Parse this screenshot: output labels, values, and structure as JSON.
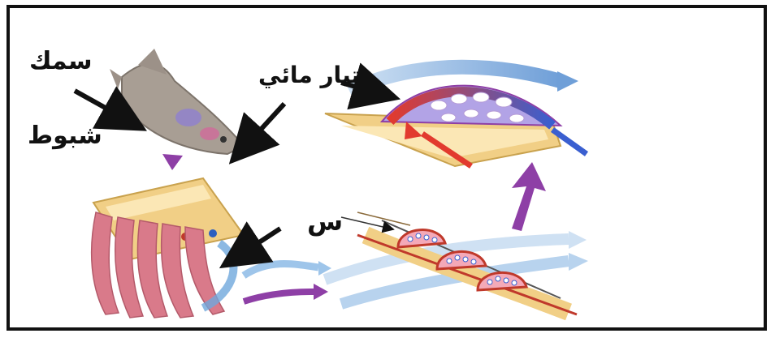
{
  "labels": {
    "fish": "سمك",
    "pike": "شبوط",
    "countercurrent": "تيار مائي",
    "x": "س"
  },
  "colors": {
    "border": "#111111",
    "water_flow": "#7aa6d6",
    "oxygenated_blood": "#e23a2e",
    "deoxygenated_blood": "#3a5fd0",
    "direction_arrow": "#8e3fa6",
    "gill_filament": "#d97a8a",
    "gill_plate": "#f1cf86"
  },
  "icons": [
    "fish-illustration",
    "gill-arch",
    "gill-lamella",
    "flow-arrow",
    "pointer-arrow"
  ]
}
